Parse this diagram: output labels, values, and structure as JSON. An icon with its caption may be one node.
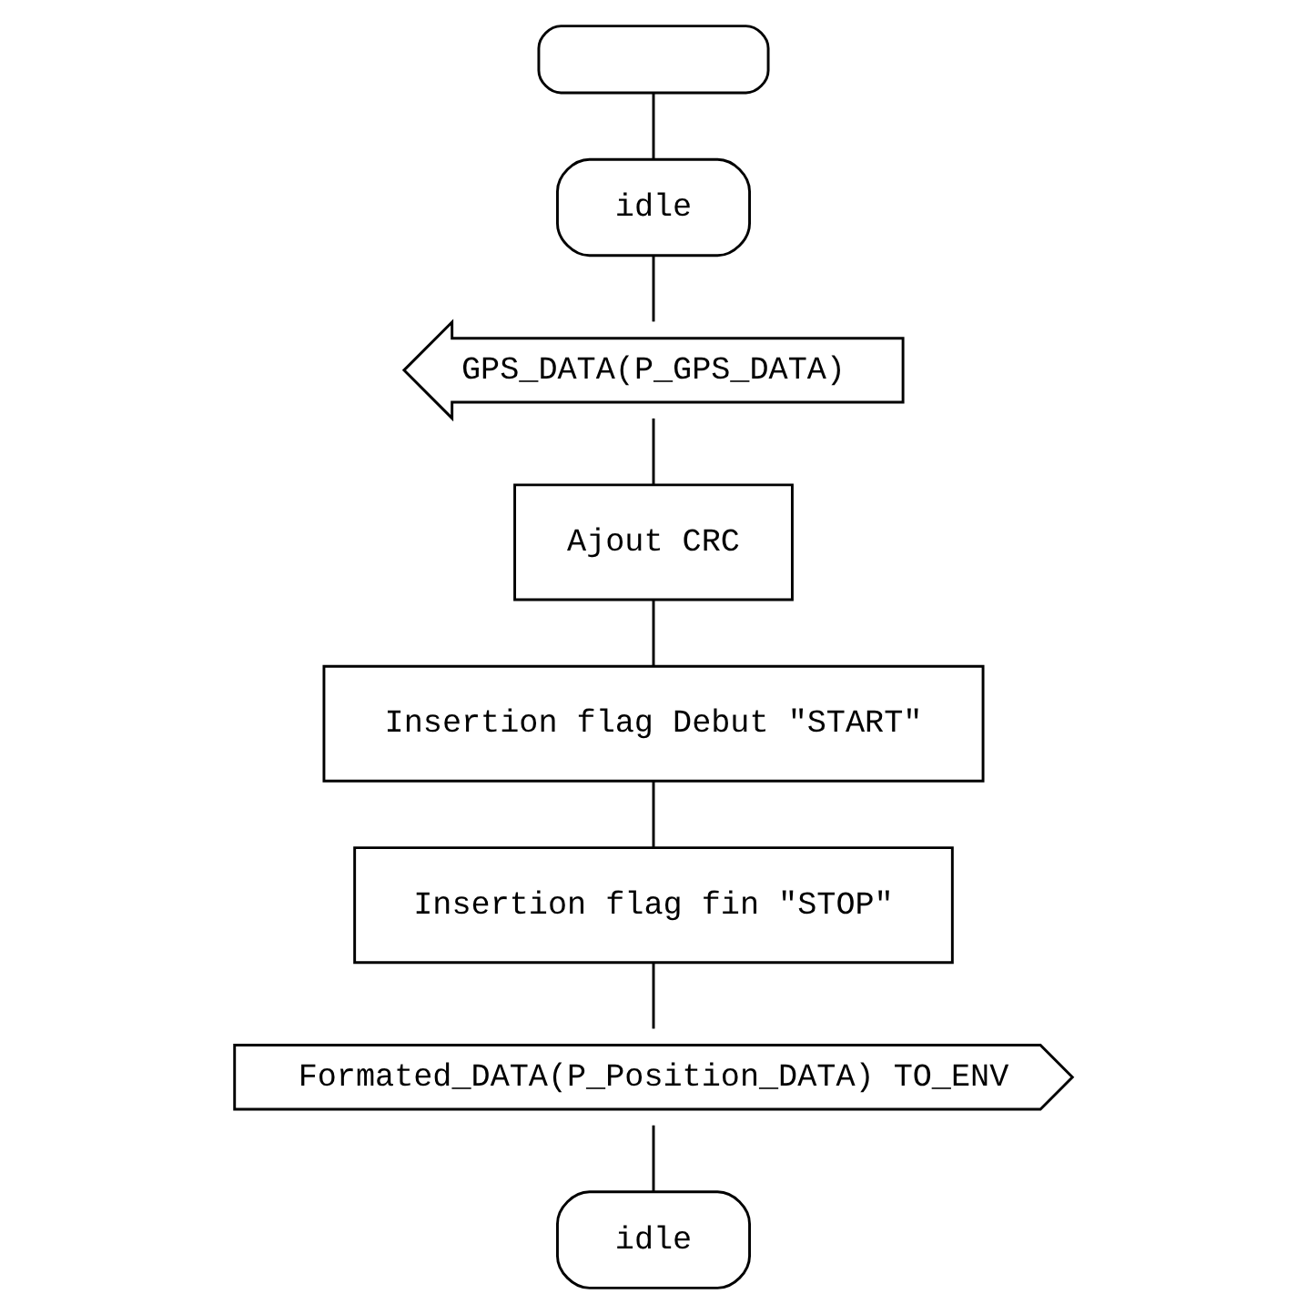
{
  "diagram": {
    "nodes": [
      {
        "text": [],
        "shape": "oval"
      },
      {
        "text": [
          "idle"
        ]
      },
      {
        "text": [
          "GPS_DATA(P_GPS_DATA)"
        ]
      },
      {
        "text": [
          "Ajout CRC"
        ]
      },
      {
        "text": [
          "Insertion flag Debut \"START\""
        ]
      },
      {
        "text": [
          "Insertion flag fin \"STOP\""
        ]
      },
      {
        "text": [
          "Formated_DATA(P_Position_DATA) TO_ENV"
        ]
      },
      {
        "text": [
          "idle"
        ]
      }
    ],
    "edges": [
      {
        "from": 0,
        "to": 1,
        "arrow": "none"
      },
      {
        "from": 1,
        "to": 2,
        "arrow": "none"
      },
      {
        "from": 2,
        "to": 3,
        "arrow": "none"
      },
      {
        "from": 3,
        "to": 4,
        "arrow": "none"
      },
      {
        "from": 4,
        "to": 5,
        "arrow": "none"
      },
      {
        "from": 5,
        "to": 6,
        "arrow": "none"
      },
      {
        "from": 6,
        "to": 7,
        "arrow": "none"
      }
    ]
  }
}
